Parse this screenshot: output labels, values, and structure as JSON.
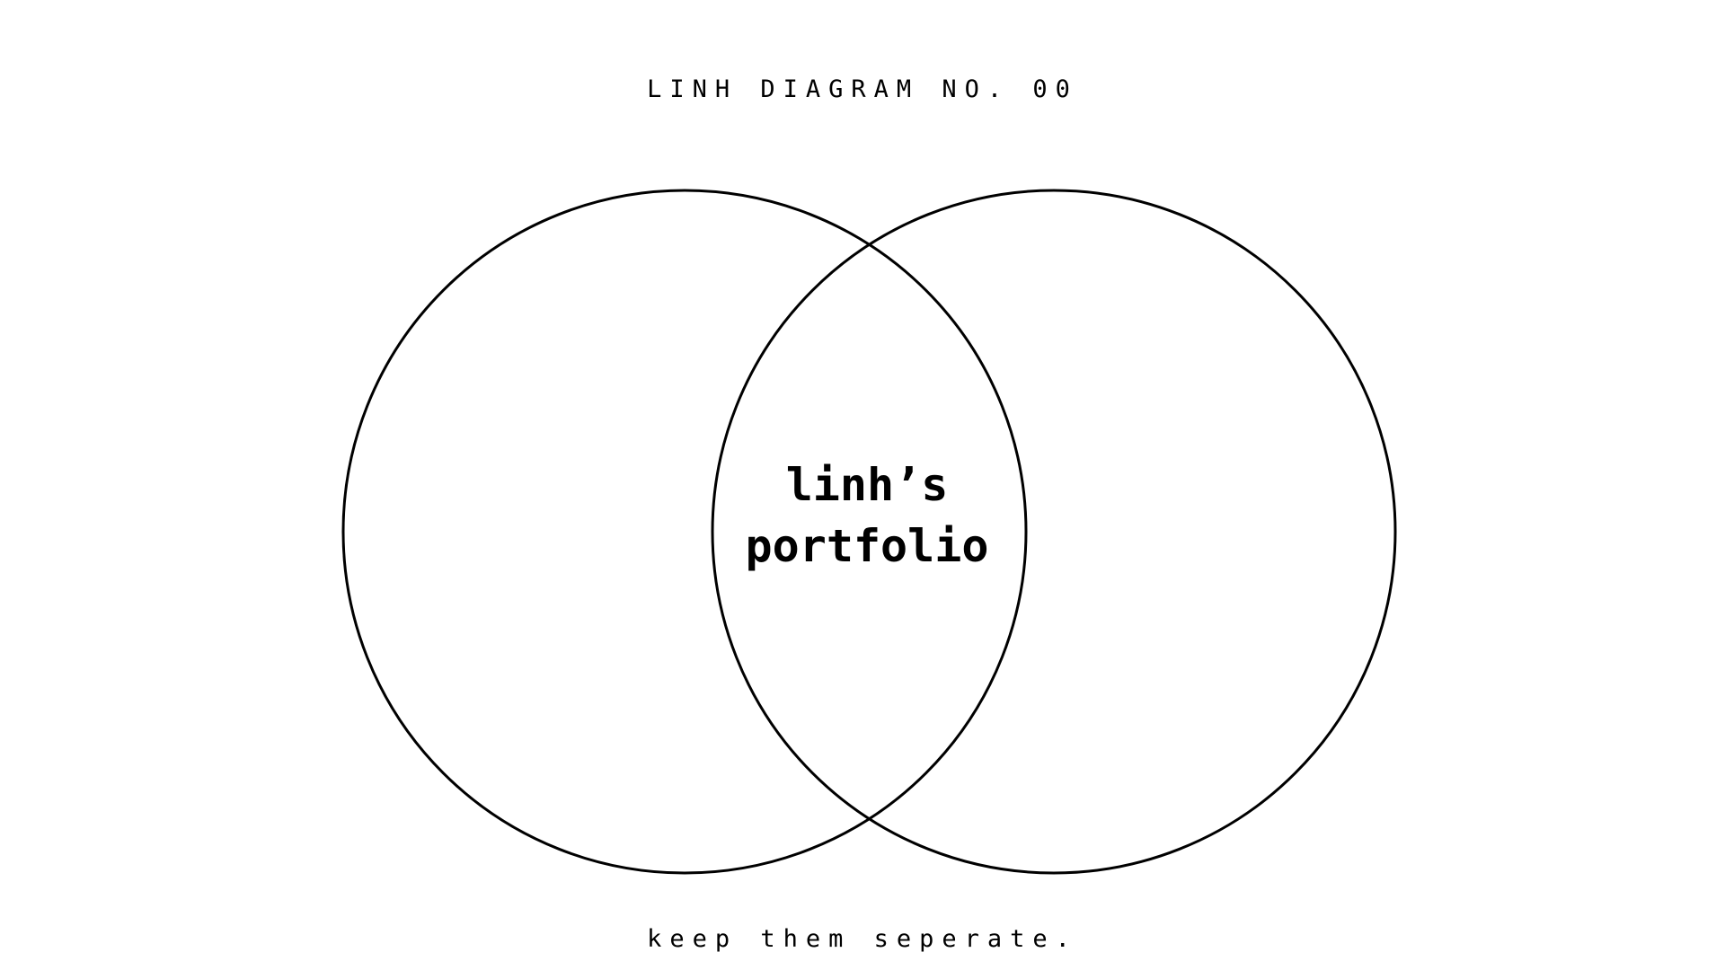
{
  "diagram": {
    "title": "LINH DIAGRAM NO. 00",
    "center_label_line1": "linh’s",
    "center_label_line2": "portfolio",
    "footer": "keep them seperate.",
    "stroke_color": "#000000",
    "background_color": "#ffffff"
  }
}
